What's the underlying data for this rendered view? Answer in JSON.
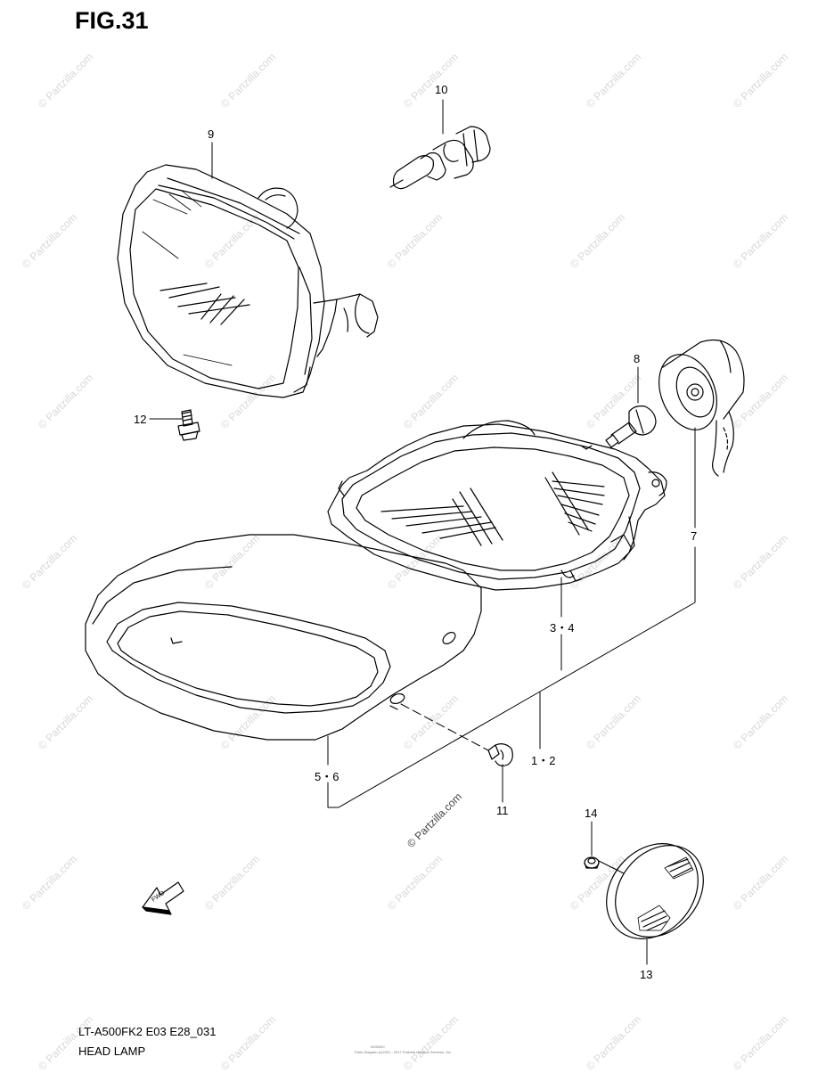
{
  "figure": {
    "title": "FIG.31",
    "code": "LT-A500FK2 E03 E28_031",
    "name": "HEAD LAMP",
    "fwd_label": "FWD",
    "fineprint": "Parts Diagram (c)2001 - 2017 Partzilla Network Services, Inc.",
    "fineprint_id": "0000000"
  },
  "watermark": {
    "text": "© Partzilla.com"
  },
  "callouts": [
    {
      "id": "c10",
      "label": "10"
    },
    {
      "id": "c9",
      "label": "9"
    },
    {
      "id": "c8",
      "label": "8"
    },
    {
      "id": "c12",
      "label": "12"
    },
    {
      "id": "c7",
      "label": "7"
    },
    {
      "id": "c34",
      "label": "3・4"
    },
    {
      "id": "c12b",
      "label": "1・2"
    },
    {
      "id": "c56",
      "label": "5・6"
    },
    {
      "id": "c11",
      "label": "11"
    },
    {
      "id": "c14",
      "label": "14"
    },
    {
      "id": "c13",
      "label": "13"
    }
  ]
}
